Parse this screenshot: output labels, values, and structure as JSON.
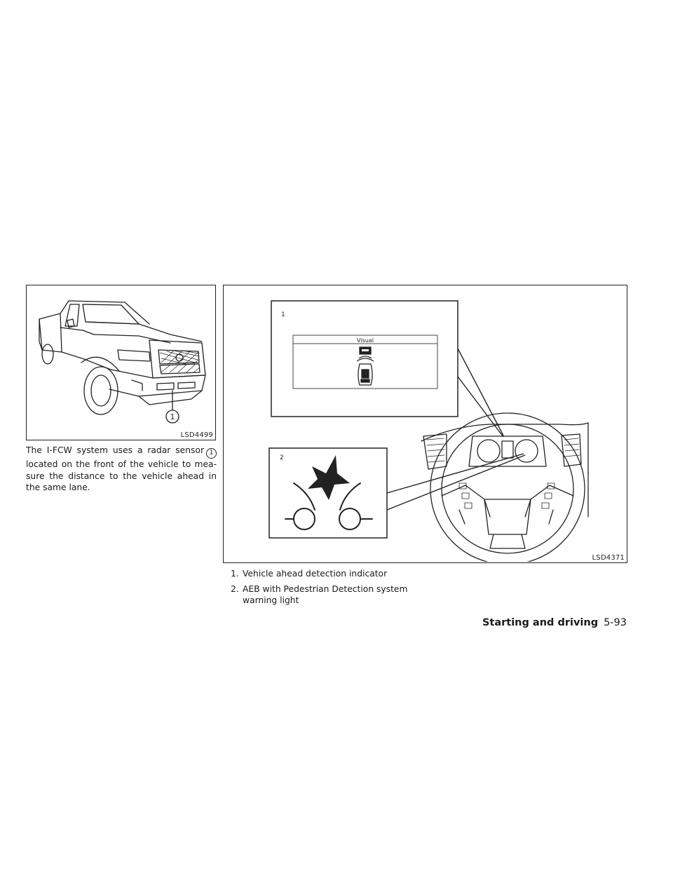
{
  "figures": {
    "truck": {
      "callout": "1",
      "id": "LSD4499"
    },
    "cockpit": {
      "id": "LSD4371",
      "inset1": {
        "number": "1",
        "header": "Visual"
      },
      "inset2": {
        "number": "2"
      }
    }
  },
  "body": {
    "text_before": "The I-FCW system uses a radar sensor",
    "marker": "1",
    "text_after": "located on the front of the vehicle to mea-sure the distance to the vehicle ahead in the same lane."
  },
  "legend": [
    {
      "num": "1.",
      "text": "Vehicle ahead detection indicator"
    },
    {
      "num": "2.",
      "text": "AEB with Pedestrian Detection system warning light"
    }
  ],
  "footer": {
    "section": "Starting and driving",
    "page": "5-93"
  }
}
